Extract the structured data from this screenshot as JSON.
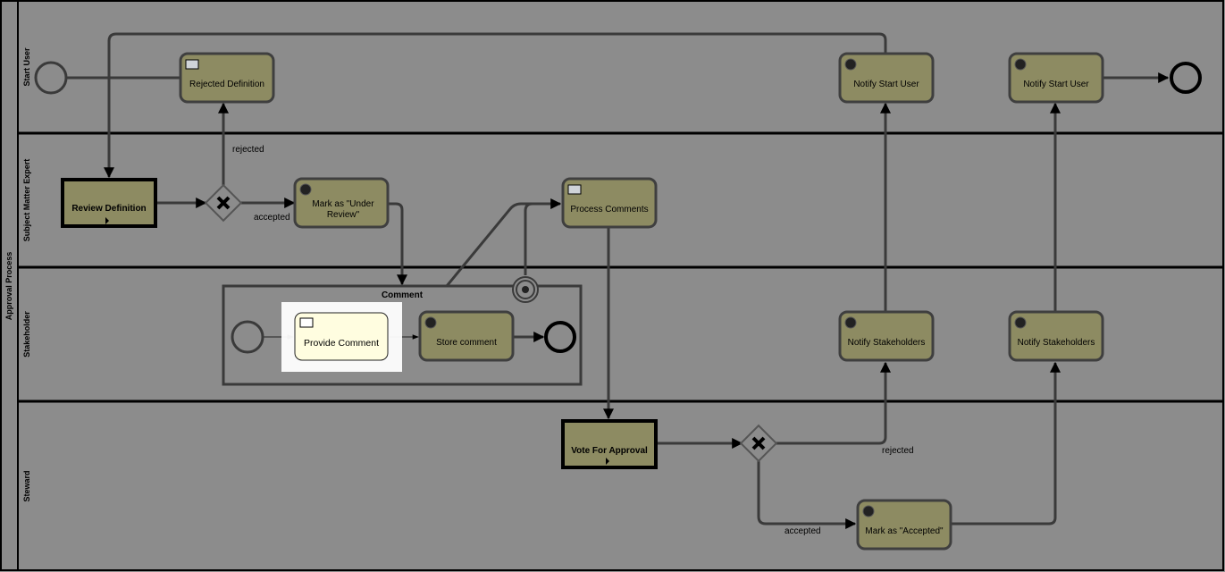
{
  "pool": {
    "label": "Approval Process"
  },
  "lanes": [
    {
      "id": "start-user",
      "label": "Start User"
    },
    {
      "id": "sme",
      "label": "Subject Matter Expert"
    },
    {
      "id": "stakeholder",
      "label": "Stakeholder"
    },
    {
      "id": "steward",
      "label": "Steward"
    }
  ],
  "subprocess": {
    "label": "Comment"
  },
  "tasks": {
    "rejected_definition": "Rejected Definition",
    "notify_start_user_1": "Notify Start User",
    "notify_start_user_2": "Notify Start User",
    "review_definition": "Review Definition",
    "mark_under_review": "Mark as \"Under Review\"",
    "process_comments": "Process Comments",
    "provide_comment": "Provide Comment",
    "store_comment": "Store comment",
    "notify_stakeholders_1": "Notify Stakeholders",
    "notify_stakeholders_2": "Notify Stakeholders",
    "vote_for_approval": "Vote For Approval",
    "mark_accepted": "Mark as \"Accepted\""
  },
  "flow_labels": {
    "rejected_1": "rejected",
    "accepted_1": "accepted",
    "rejected_2": "rejected",
    "accepted_2": "accepted"
  },
  "colors": {
    "background": "#8c8c8c",
    "task_fill": "#8d8b62",
    "highlight_fill": "#fffde0",
    "line": "#3a3a3a"
  }
}
